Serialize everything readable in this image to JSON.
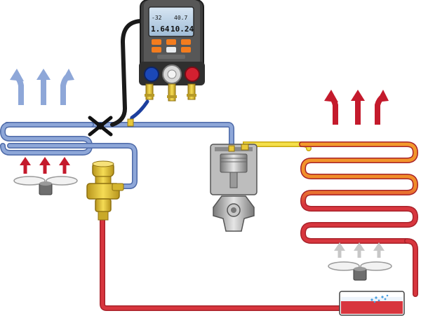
{
  "gauge": {
    "display_top_left": "-32",
    "display_top_right": "40.7",
    "display_bottom_left": "1.64",
    "display_bottom_right": "10.24"
  },
  "colors": {
    "suction_line": "#7f98cf",
    "liquid_line": "#d8363e",
    "discharge_line": "#f2d81f",
    "condenser_hot": "#f39a2c",
    "airflow_cold": "#8ea7d8",
    "airflow_hot": "#c41a2c",
    "airflow_ambient": "#c7c7c7",
    "gauge_body": "#4a4a4a",
    "gauge_keys": "#f37c1e",
    "valve_brass": "#e8c83a"
  },
  "icons": {
    "evaporator_air_out": "arrow-up-icon",
    "evaporator_air_in": "arrow-up-icon",
    "condenser_air_out": "arrow-up-icon",
    "condenser_air_in": "arrow-up-icon",
    "evaporator_fan": "fan-icon",
    "condenser_fan": "fan-icon",
    "compressor": "compressor-icon",
    "expansion_valve": "expansion-valve-icon",
    "receiver": "receiver-icon",
    "manifold_gauge": "manifold-gauge-icon"
  }
}
